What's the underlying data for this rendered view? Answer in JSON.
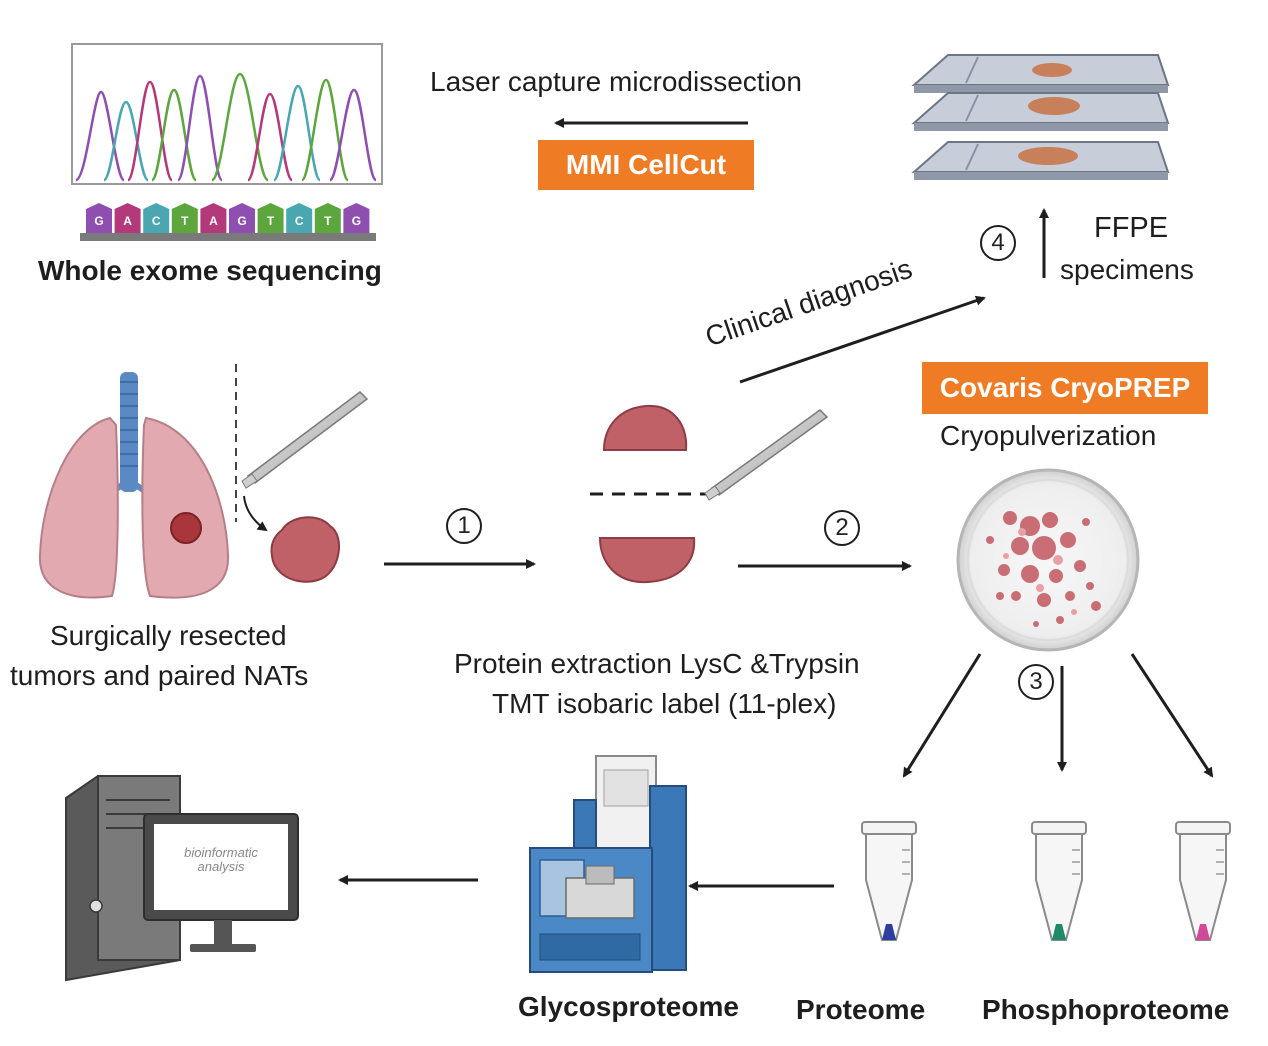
{
  "labels": {
    "laser_capture": "Laser capture microdissection",
    "mmi_cellcut": "MMI CellCut",
    "whole_exome": "Whole exome sequencing",
    "ffpe_1": "FFPE",
    "ffpe_2": "specimens",
    "clinical_diagnosis": "Clinical diagnosis",
    "covaris": "Covaris CryoPREP",
    "cryopulverization": "Cryopulverization",
    "surgically_1": "Surgically resected",
    "surgically_2": "tumors and paired NATs",
    "protein_1": "Protein extraction LysC &Trypsin",
    "protein_2": "TMT isobaric label (11-plex)",
    "glycoproteome": "Glycosproteome",
    "proteome": "Proteome",
    "phosphoproteome": "Phosphoproteome",
    "screen_1": "bioinformatic",
    "screen_2": "analysis"
  },
  "steps": {
    "s1": "1",
    "s2": "2",
    "s3": "3",
    "s4": "4"
  },
  "dna_letters": [
    "G",
    "A",
    "C",
    "T",
    "A",
    "G",
    "T",
    "C",
    "T",
    "G"
  ],
  "colors": {
    "accent": "#ef7b24",
    "tissue": "#b0545a",
    "lung": "#e3a9b0"
  }
}
